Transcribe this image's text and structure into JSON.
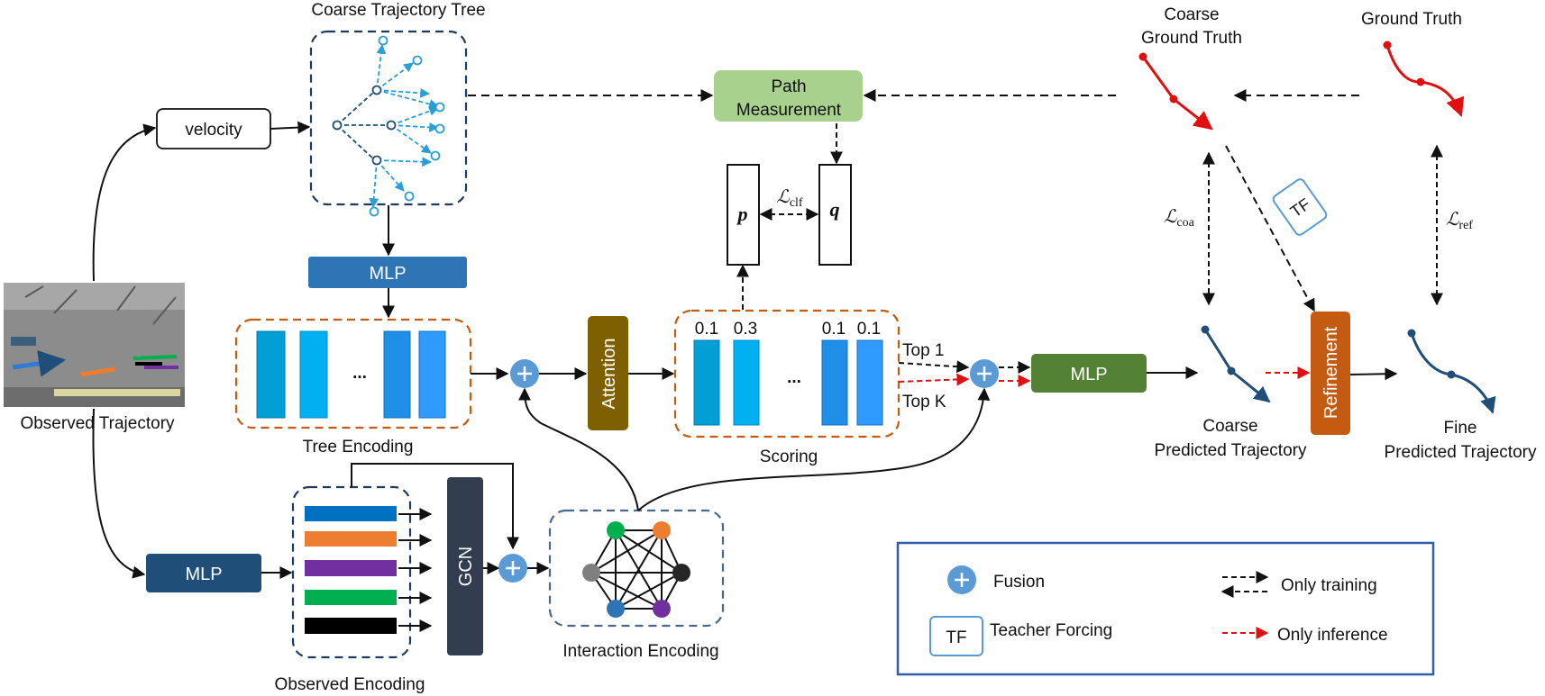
{
  "labels": {
    "coarse_tree": "Coarse Trajectory Tree",
    "velocity": "velocity",
    "mlp_tree": "MLP",
    "tree_encoding": "Tree Encoding",
    "tree_dots": "...",
    "observed_traj": "Observed Trajectory",
    "mlp_obs": "MLP",
    "observed_encoding": "Observed Encoding",
    "gcn": "GCN",
    "interaction_encoding": "Interaction Encoding",
    "attention": "Attention",
    "scoring": "Scoring",
    "score_dots": "...",
    "scores": [
      "0.1",
      "0.3",
      "0.1",
      "0.1"
    ],
    "path_meas_1": "Path",
    "path_meas_2": "Measurement",
    "p": "p",
    "q": "q",
    "l_clf": "ℒ",
    "l_clf_sub": "clf",
    "top1": "Top 1",
    "topk": "Top K",
    "mlp_main": "MLP",
    "coarse_gt_1": "Coarse",
    "coarse_gt_2": "Ground Truth",
    "ground_truth": "Ground Truth",
    "l_coa": "ℒ",
    "l_coa_sub": "coa",
    "l_ref": "ℒ",
    "l_ref_sub": "ref",
    "tf": "TF",
    "refinement": "Refinement",
    "coarse_pred_1": "Coarse",
    "coarse_pred_2": "Predicted Trajectory",
    "fine_pred_1": "Fine",
    "fine_pred_2": "Predicted Trajectory"
  },
  "legend": {
    "fusion": "Fusion",
    "tf_box": "TF",
    "teacher_forcing": "Teacher Forcing",
    "only_training": "Only training",
    "only_inference": "Only inference"
  },
  "colors": {
    "navy_dash": "#1f3a5f",
    "tree_blue": "#2a9fd6",
    "mlp_blue": "#2e75b6",
    "mlp_dark": "#1f4e79",
    "gcn": "#323e4f",
    "attention": "#7f6000",
    "path_green": "#a9d18e",
    "mlp_green": "#548235",
    "refinement": "#c55a11",
    "orange_dash": "#c55a11",
    "fusion": "#5b9bd5",
    "red": "#e01010",
    "traj_blue": "#1f4e79",
    "legend_border": "#2e5fa8",
    "obs_bars": [
      "#0070c0",
      "#ed7d31",
      "#7030a0",
      "#00b050",
      "#000000"
    ],
    "nodes": [
      "#00b050",
      "#ed7d31",
      "#7f7f7f",
      "#262626",
      "#2e75b6",
      "#7030a0"
    ]
  }
}
